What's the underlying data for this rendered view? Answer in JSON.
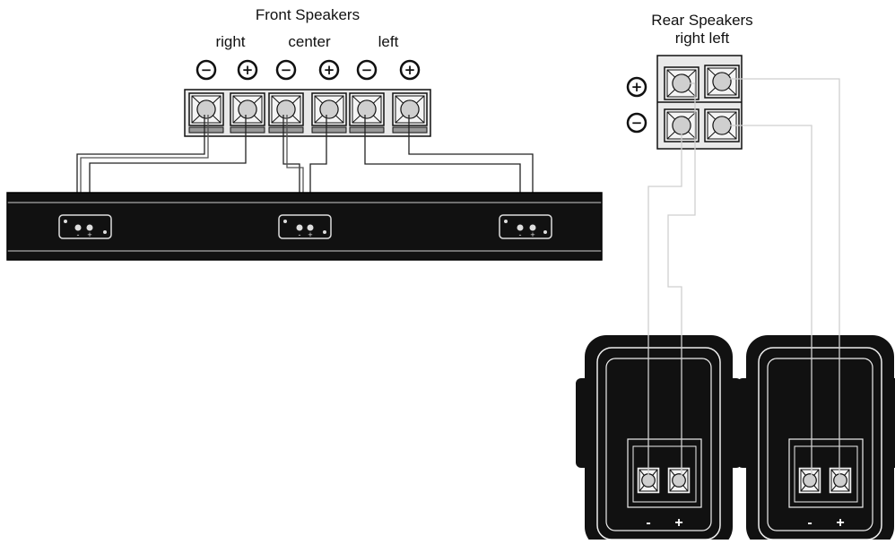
{
  "front": {
    "title": "Front Speakers",
    "labels": [
      "right",
      "center",
      "left"
    ],
    "polarity": [
      "−",
      "+",
      "−",
      "+",
      "−",
      "+"
    ]
  },
  "rear": {
    "title": "Rear Speakers",
    "subtitle": "right left",
    "plus": "+",
    "minus": "−"
  },
  "speakers": {
    "minus_label": "-",
    "plus_label": "+"
  },
  "bar_terminal": {
    "minus": "-",
    "plus": "+"
  }
}
